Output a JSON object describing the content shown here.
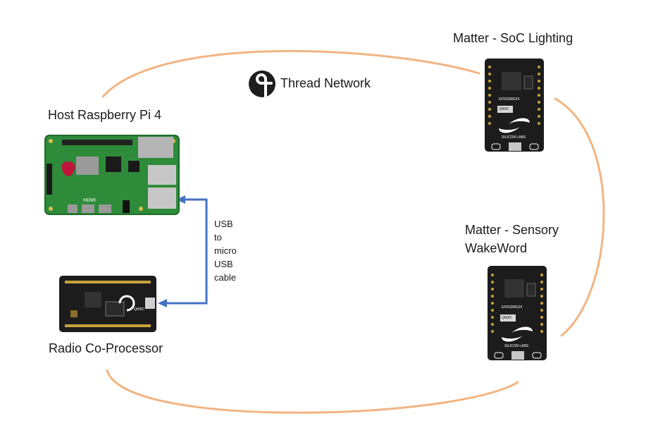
{
  "labels": {
    "host": "Host Raspberry Pi 4",
    "rcp": "Radio Co-Processor",
    "thread": "Thread Network",
    "lighting": "Matter - SoC Lighting",
    "sensory_line1": "Matter - Sensory",
    "sensory_line2": "WakeWord",
    "cable": [
      "USB",
      "to",
      "micro",
      "USB",
      "cable"
    ]
  },
  "board_text": {
    "chip": "EFR32MG24",
    "qwiic": "QWIIC",
    "silicon": "SILICON LABS",
    "hdmi": "HDMI"
  },
  "colors": {
    "network_ring": "#f2b482",
    "cable": "#4472c4",
    "board": "#1c1c1c",
    "pi_board": "#2e8b3a",
    "thread_logo": "#1e1e1e"
  },
  "icons": [
    "thread-logo-icon",
    "raspberry-pi-icon",
    "dev-board-icon"
  ]
}
